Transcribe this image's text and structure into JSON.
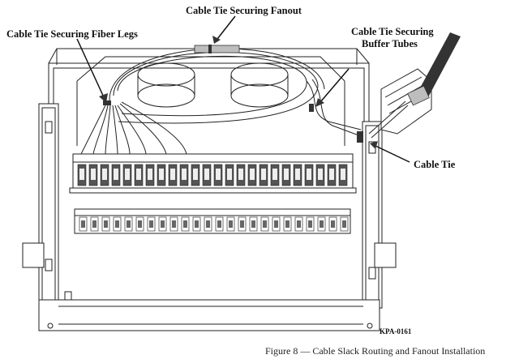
{
  "callouts": {
    "fanout": "Cable Tie Securing Fanout",
    "fiber_legs": "Cable Tie Securing Fiber Legs",
    "buffer_tubes_line1": "Cable Tie Securing",
    "buffer_tubes_line2": "Buffer Tubes",
    "cable_tie": "Cable Tie"
  },
  "figure_id": "KPA-0161",
  "caption": "Figure 8 — Cable Slack Routing and Fanout Installation"
}
